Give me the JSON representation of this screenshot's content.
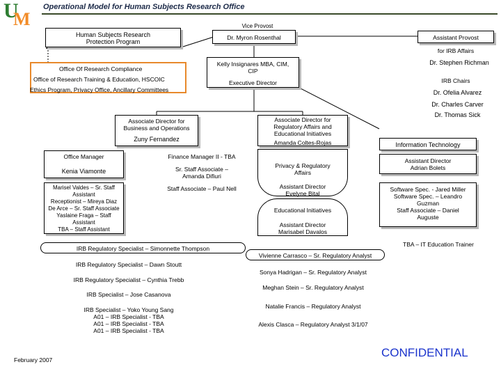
{
  "header": {
    "logo_u": "U",
    "logo_m": "M",
    "title": "Operational Model for Human Subjects Research Office"
  },
  "vice_provost": {
    "title": "Vice Provost",
    "name": "Dr. Myron Rosenthal"
  },
  "hsrpp": {
    "text": "Human Subjects Research\nProtection Program"
  },
  "assistant_provost": {
    "title": "Assistant Provost",
    "subtitle": "for IRB Affairs",
    "name": "Dr. Stephen Richman"
  },
  "research_compliance": {
    "line1": "Office Of Research Compliance",
    "line2": "Office of Research Training & Education, HSCOIC",
    "line3": "Ethics Program, Privacy Office, Ancillary Committees"
  },
  "executive_director": {
    "name": "Kelly Insignares MBA, CIM,\nCIP",
    "title": "Executive Director"
  },
  "irb_chairs": {
    "title": "IRB Chairs",
    "members": [
      "Dr. Ofelia Alvarez",
      "Dr. Charles Carver",
      "Dr. Thomas Sick"
    ]
  },
  "assoc_business": {
    "title": "Associate Director for\nBusiness and Operations",
    "name": "Zuny Fernandez"
  },
  "assoc_regulatory": {
    "title": "Associate Director for\nRegulatory Affairs and\nEducational Initiatives",
    "name": "Amanda Coltes-Rojas"
  },
  "info_tech": {
    "title": "Information Technology",
    "assistant_director": "Assistant Director\nAdrian Bolets",
    "staff": "Software Spec. - Jared Miller\nSoftware Spec. – Leandro\nGuzman\nStaff Associate – Daniel\nAuguste",
    "trainer": "TBA – IT Education Trainer"
  },
  "office_manager": {
    "title": "Office Manager",
    "name": "Kenia Viamonte",
    "staff": "Marisel Valdes – Sr. Staff\nAssistant\nReceptionist – Mireya Diaz\nDe Arce – Sr. Staff Associate\nYaslaine Fraga – Staff\nAssistant\nTBA – Staff Assistant"
  },
  "finance": {
    "manager": "Finance Manager II - TBA",
    "sr_staff": "Sr. Staff Associate –\nAmanda Difiuri",
    "staff": "Staff Associate – Paul Nell"
  },
  "privacy": {
    "title": "Privacy & Regulatory\nAffairs",
    "director": "Assistant Director\nEvelyne Bital"
  },
  "education": {
    "title": "Educational Initiatives",
    "director": "Assistant Director\nMarisabel Davalos"
  },
  "irb_specialists": [
    "IRB Regulatory Specialist – Simonnette Thompson",
    "IRB Regulatory Specialist – Dawn Stoutt",
    "IRB Regulatory Specialist – Cynthia Trebb",
    "IRB Specialist – Jose Casanova",
    "IRB Specialist – Yoko Young Sang\nA01 – IRB Specialist - TBA\nA01 – IRB Specialist - TBA\nA01 – IRB Specialist - TBA"
  ],
  "regulatory_analysts": [
    "Vivienne Carrasco – Sr. Regulatory Analyst",
    "Sonya Hadrigan – Sr. Regulatory Analyst",
    "Meghan Stein – Sr. Regulatory Analyst",
    "Natalie Francis – Regulatory Analyst",
    "Alexis Clasca – Regulatory Analyst 3/1/07"
  ],
  "footer": {
    "date": "February 2007",
    "confidential": "CONFIDENTIAL"
  },
  "colors": {
    "logo_u": "#2e7d32",
    "logo_m": "#f28c28",
    "compliance_border": "#e8892b",
    "confidential": "#1a33cc"
  }
}
